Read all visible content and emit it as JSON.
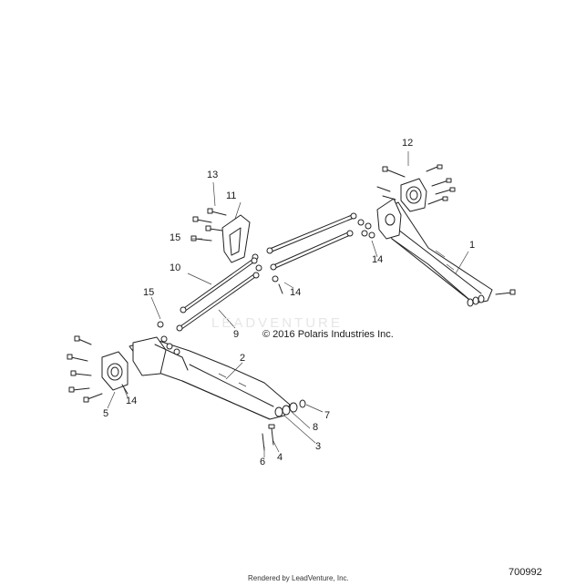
{
  "diagram": {
    "copyright": "© 2016 Polaris Industries Inc.",
    "watermark": "LEADVENTURE",
    "footer_rendered_by": "Rendered by LeadVenture, Inc.",
    "document_number": "700992",
    "callouts": [
      {
        "id": "c1",
        "text": "1"
      },
      {
        "id": "c2",
        "text": "2"
      },
      {
        "id": "c3",
        "text": "3"
      },
      {
        "id": "c4",
        "text": "4"
      },
      {
        "id": "c5",
        "text": "5"
      },
      {
        "id": "c6",
        "text": "6"
      },
      {
        "id": "c7",
        "text": "7"
      },
      {
        "id": "c8",
        "text": "8"
      },
      {
        "id": "c9",
        "text": "9"
      },
      {
        "id": "c10",
        "text": "10"
      },
      {
        "id": "c11",
        "text": "11"
      },
      {
        "id": "c12",
        "text": "12"
      },
      {
        "id": "c13",
        "text": "13"
      },
      {
        "id": "c14a",
        "text": "14"
      },
      {
        "id": "c14b",
        "text": "14"
      },
      {
        "id": "c14c",
        "text": "14"
      },
      {
        "id": "c15a",
        "text": "15"
      },
      {
        "id": "c15b",
        "text": "15"
      }
    ]
  }
}
